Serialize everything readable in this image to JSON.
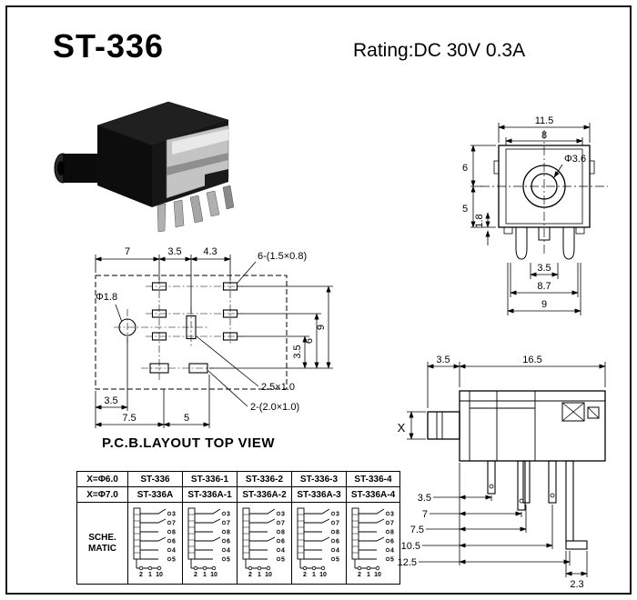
{
  "header": {
    "title": "ST-336",
    "rating": "Rating:DC 30V 0.3A"
  },
  "top_view": {
    "dim_width_outer": "11.5",
    "dim_width_inner": "8",
    "dim_height_upper": "6",
    "dim_height_lower": "5",
    "dim_offset": "1.8",
    "hole_dia": "Φ3.6",
    "dim_bottom_1": "3.5",
    "dim_bottom_2": "8.7",
    "dim_bottom_3": "9"
  },
  "pcb_layout": {
    "caption": "P.C.B.LAYOUT TOP VIEW",
    "dim_top_1": "7",
    "dim_top_2": "3.5",
    "dim_top_3": "4.3",
    "hole_dia": "Φ1.8",
    "pads_note": "6-(1.5×0.8)",
    "dim_right_1": "3.5",
    "dim_right_2": "6",
    "dim_right_3": "9",
    "slot_note": "2.5×1.0",
    "slots_note": "2-(2.0×1.0)",
    "dim_bottom_1": "3.5",
    "dim_bottom_2": "7.5",
    "dim_bottom_3": "5"
  },
  "side_view": {
    "dim_barrel": "3.5",
    "dim_body": "16.5",
    "dim_x": "X",
    "dim_pin_1": "3.5",
    "dim_pin_2": "7",
    "dim_pin_3": "7.5",
    "dim_pin_4": "10.5",
    "dim_pin_5": "12.5",
    "dim_foot": "2.3"
  },
  "table": {
    "rows": [
      [
        "X=Φ6.0",
        "ST-336",
        "ST-336-1",
        "ST-336-2",
        "ST-336-3",
        "ST-336-4"
      ],
      [
        "X=Φ7.0",
        "ST-336A",
        "ST-336A-1",
        "ST-336A-2",
        "ST-336A-3",
        "ST-336A-4"
      ]
    ],
    "schematic_label_line1": "SCHE.",
    "schematic_label_line2": "MATIC",
    "schematics": [
      {
        "pins": [
          "3",
          "7",
          "8",
          "6",
          "4",
          "5",
          "2",
          "1",
          "10"
        ]
      },
      {
        "pins": [
          "3",
          "7",
          "8",
          "6",
          "4",
          "5",
          "2",
          "1",
          "10"
        ]
      },
      {
        "pins": [
          "3",
          "7",
          "8",
          "6",
          "4",
          "5",
          "2",
          "1",
          "10"
        ]
      },
      {
        "pins": [
          "3",
          "7",
          "8",
          "6",
          "4",
          "5",
          "2",
          "1",
          "10"
        ]
      },
      {
        "pins": [
          "3",
          "7",
          "8",
          "6",
          "4",
          "5",
          "2",
          "1",
          "10"
        ]
      }
    ]
  }
}
